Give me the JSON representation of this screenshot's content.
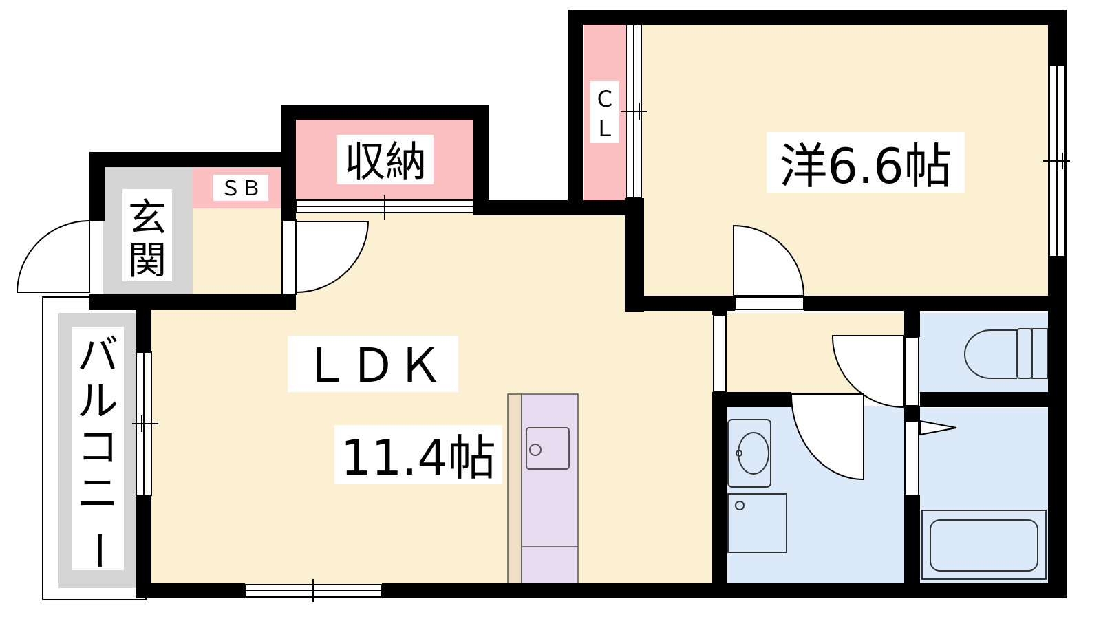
{
  "plan": {
    "colors": {
      "wall": "#000000",
      "room_floor": "#fcf0d3",
      "storage": "#fcc0c2",
      "entrance": "#d4d4d4",
      "wet_area": "#dbe9f9",
      "kitchen": "#e8dcf1",
      "counter": "#efdfc6",
      "balcony": "#d4d4d4"
    },
    "rooms": {
      "western_room": "洋6.6帖",
      "ldk_name": "ＬＤＫ",
      "ldk_size": "11.4帖",
      "storage": "収納",
      "shoe_box": "ＳＢ",
      "closet_c": "Ｃ",
      "closet_l": "Ｌ",
      "entrance_1": "玄",
      "entrance_2": "関",
      "balcony_1": "バ",
      "balcony_2": "ル",
      "balcony_3": "コ",
      "balcony_4": "ニ",
      "balcony_5": "ー"
    }
  }
}
